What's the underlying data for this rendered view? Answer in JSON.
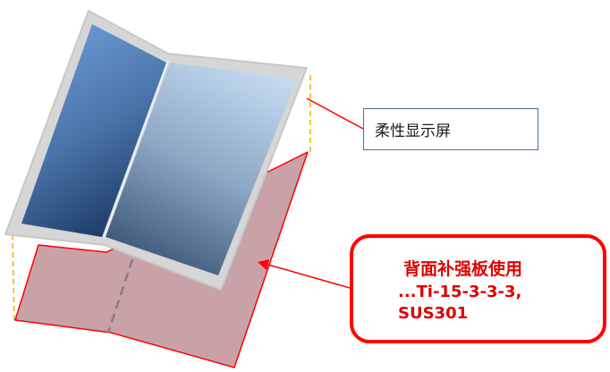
{
  "labels": {
    "display": "柔性显示屏",
    "backplate_title": "背面补强板使用",
    "backplate_line1": "...Ti-15-3-3-3,",
    "backplate_line2": "SUS301"
  },
  "colors": {
    "frame": "#d9d9d9",
    "screen_left_top": "#6e9fd8",
    "screen_left_bottom": "#1d3e6b",
    "screen_right_top": "#bfd6ef",
    "screen_right_bottom": "#3c5677",
    "backplate_fill": "#c8a2a6",
    "backplate_stroke": "#ff0000",
    "guide_lines": "#f0b000",
    "callout_border": "#ff0000",
    "callout_text": "#e00000",
    "label_border": "#41719c"
  }
}
